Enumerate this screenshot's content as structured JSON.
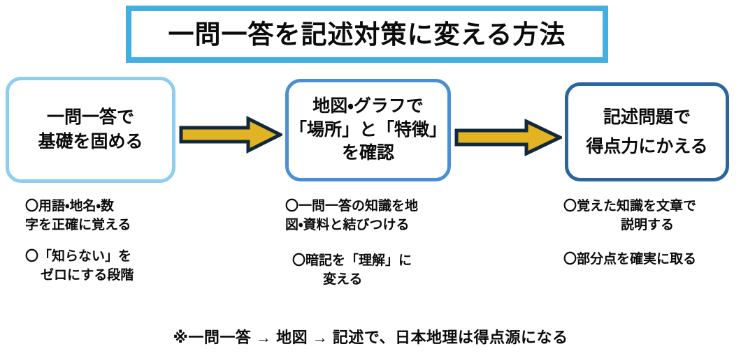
{
  "title": {
    "text": "一問一答を記述対策に変える方法",
    "border_color": "#41AFE0"
  },
  "stages": [
    {
      "id": "stage-1",
      "lines": [
        "一問一答で",
        "基礎を固める"
      ],
      "border_color": "#8DCEF0"
    },
    {
      "id": "stage-2",
      "lines": [
        "地図・グラフで",
        "「場所」と「特徴」",
        "を確認"
      ],
      "border_color": "#4A8FD4"
    },
    {
      "id": "stage-3",
      "lines": [
        "記述問題で",
        "得点力にかえる"
      ],
      "border_color": "#2A659E"
    }
  ],
  "arrows": [
    {
      "id": "arrow-1",
      "icon": "right-arrow-icon",
      "fill": "#E2B424",
      "outline": "#12293C"
    },
    {
      "id": "arrow-2",
      "icon": "right-arrow-icon",
      "fill": "#E2B424",
      "outline": "#12293C"
    }
  ],
  "bullet_columns": [
    {
      "id": "bullets-1",
      "groups": [
        {
          "lines": [
            "〇用語・地名・数",
            "字を正確に覚える"
          ]
        },
        {
          "lines": [
            "〇「知らない」を",
            "ゼロにする段階"
          ]
        }
      ]
    },
    {
      "id": "bullets-2",
      "groups": [
        {
          "lines": [
            "〇一問一答の知識を地",
            "図・資料と結びつける"
          ]
        },
        {
          "lines": [
            "〇暗記を「理解」に",
            "変える"
          ]
        }
      ]
    },
    {
      "id": "bullets-3",
      "groups": [
        {
          "lines": [
            "〇覚えた知識を文章で",
            "説明する"
          ]
        },
        {
          "lines": [
            "〇部分点を確実に取る"
          ]
        }
      ]
    }
  ],
  "footer": {
    "text": "※一問一答 → 地図 → 記述で、日本地理は得点源になる"
  }
}
